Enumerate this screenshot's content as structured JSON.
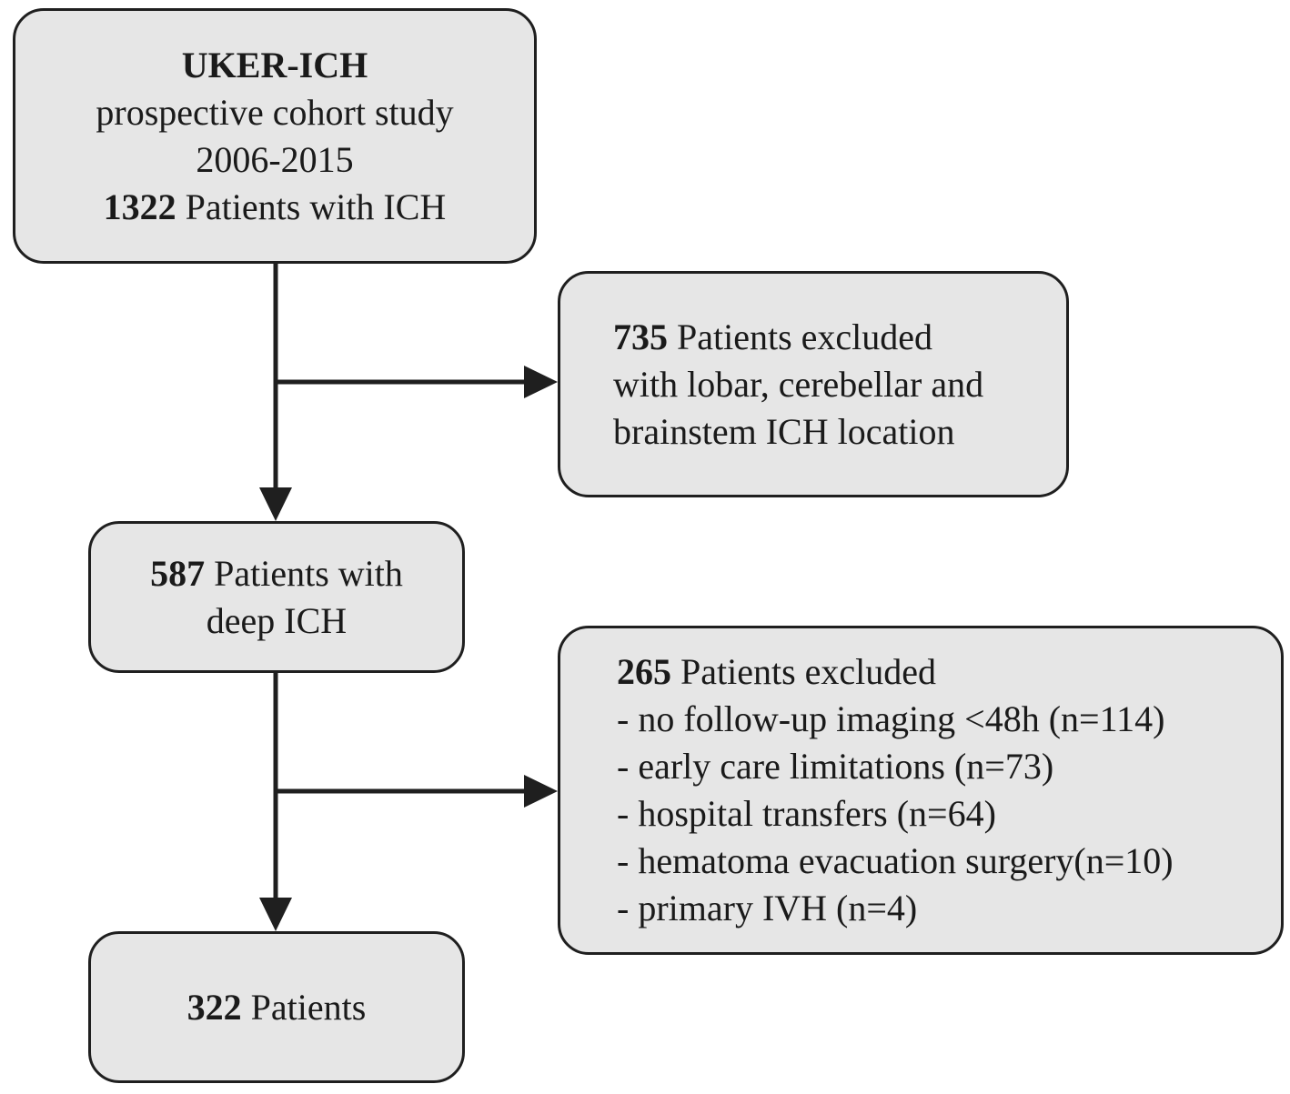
{
  "boxes": {
    "cohort": {
      "title": "UKER-ICH",
      "line2": "prospective cohort study",
      "line3": "2006-2015",
      "count": "1322",
      "count_label": " Patients with ICH"
    },
    "exclusion1": {
      "count": "735",
      "line1_rest": " Patients excluded",
      "line2": "with lobar, cerebellar and",
      "line3": "brainstem ICH location"
    },
    "deep": {
      "count": "587",
      "line1_rest": " Patients with",
      "line2": "deep ICH"
    },
    "exclusion2": {
      "count": "265",
      "line1_rest": " Patients excluded",
      "items": [
        "- no follow-up imaging <48h (n=114)",
        "- early care limitations (n=73)",
        "- hospital transfers (n=64)",
        "- hematoma evacuation surgery(n=10)",
        "- primary IVH (n=4)"
      ]
    },
    "final": {
      "count": "322",
      "label": " Patients"
    }
  },
  "colors": {
    "box_fill": "#e6e6e6",
    "stroke": "#1f1f1f"
  }
}
